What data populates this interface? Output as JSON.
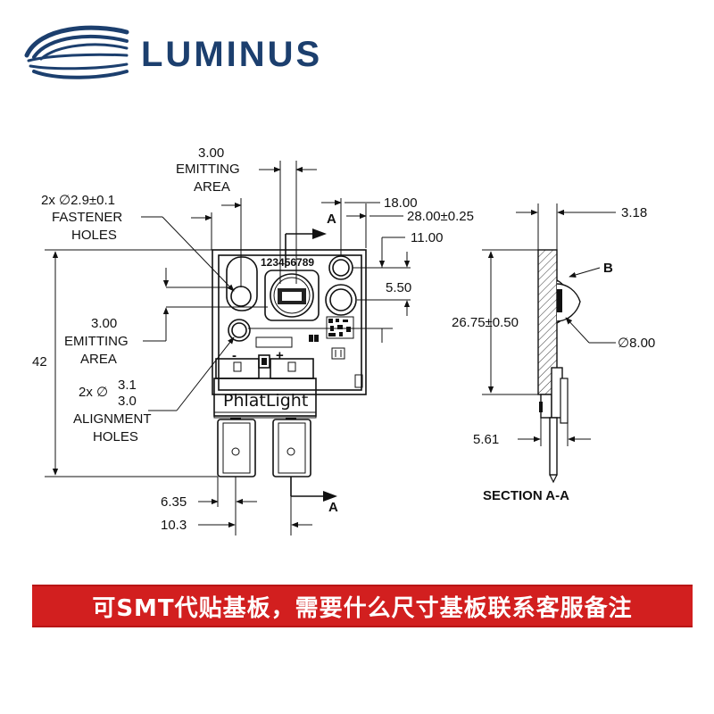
{
  "brand": {
    "name": "LUMINUS",
    "color": "#1c3f6e"
  },
  "banner": {
    "text": "可SMT代贴基板，需要什么尺寸基板联系客服备注",
    "color": "#d21f1f"
  },
  "product_marking": {
    "serial": "123456789",
    "logo_text": "PhlatLight",
    "neg": "-",
    "pos": "+"
  },
  "labels": {
    "emit_top_value": "3.00",
    "emit_top_l1": "EMITTING",
    "emit_top_l2": "AREA",
    "fastener_qty": "2x ∅2.9±0.1",
    "fastener_l1": "FASTENER",
    "fastener_l2": "HOLES",
    "emit_left_value": "3.00",
    "emit_left_l1": "EMITTING",
    "emit_left_l2": "AREA",
    "align_qty": "2x ∅",
    "align_upper": "3.1",
    "align_lower": "3.0",
    "align_l1": "ALIGNMENT",
    "align_l2": "HOLES",
    "d_18": "18.00",
    "d_28": "28.00±0.25",
    "d_11": "11.00",
    "d_550": "5.50",
    "d_42": "42",
    "d_635": "6.35",
    "d_103": "10.3",
    "section_mark_top": "A",
    "section_mark_bottom": "A",
    "d_318": "3.18",
    "d_2675": "26.75±0.50",
    "d_dia8": "∅8.00",
    "d_561": "5.61",
    "detail_b": "B",
    "section_title": "SECTION A-A"
  }
}
